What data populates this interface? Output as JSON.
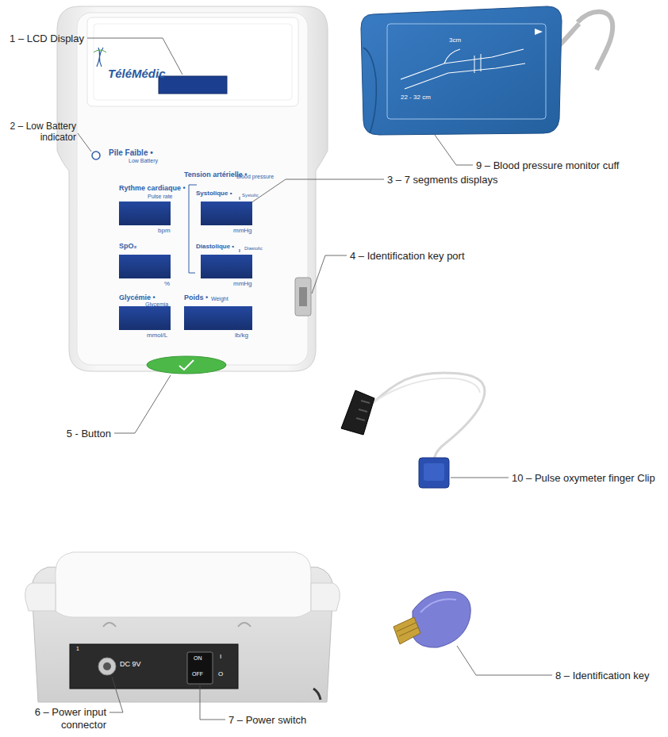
{
  "diagram": {
    "labels": [
      "1 – LCD Display",
      "2 – Low Battery indicator",
      "3 – 7 segments displays",
      "4 – Identification key port",
      "5 - Button",
      "6 – Power input connector",
      "7 – Power switch",
      "8 – Identification key",
      "9 – Blood pressure monitor cuff",
      "10 – Pulse oxymeter finger Clip",
      "TéléMédic",
      "Pile Faible •",
      "Low Battery",
      "Rythme cardiaque •",
      "Pulse rate",
      "bpm",
      "Tension artérielle •",
      "Blood pressure",
      "Systolique •",
      "Systolic",
      "mmHg",
      "SpO₂",
      "%",
      "Diastolique •",
      "Diastolic",
      "mmHg",
      "Glycémie •",
      "Glycemia",
      "Poids •",
      "Weight",
      "mmol/L",
      "lb/kg",
      "1",
      "DC 9V",
      "ON",
      "OFF",
      "I",
      "O",
      "22 - 32 cm",
      "3cm"
    ]
  }
}
